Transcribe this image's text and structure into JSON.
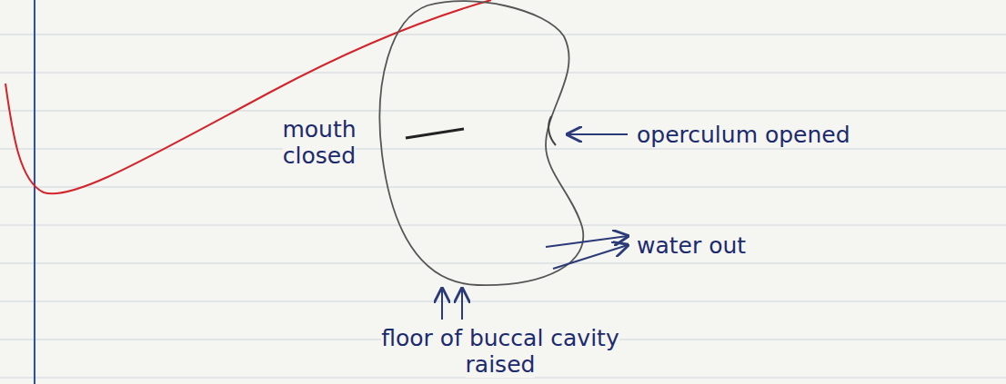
{
  "diagram": {
    "labels": [
      "mouth closed",
      "operculum opened",
      "water out",
      "floor of buccal cavity raised"
    ]
  }
}
